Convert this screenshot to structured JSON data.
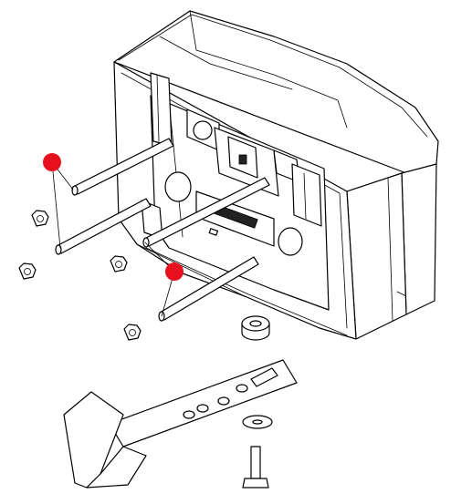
{
  "diagram": {
    "style": "exploded-assembly line drawing",
    "marker_color": "#e8101e",
    "line_color": "#000000",
    "background": "#ffffff",
    "parts": [
      {
        "name": "housing-block"
      },
      {
        "name": "threaded-rod",
        "count": 4
      },
      {
        "name": "hex-nut",
        "count": 4
      },
      {
        "name": "spacer-sleeve",
        "count": 1
      },
      {
        "name": "mounting-bracket",
        "count": 1
      },
      {
        "name": "flat-washer",
        "count": 1
      },
      {
        "name": "hex-bolt",
        "count": 1
      }
    ],
    "markers": [
      {
        "name": "marker-rods-upper",
        "points_to": "threaded-rod",
        "leaders": 2
      },
      {
        "name": "marker-rods-lower",
        "points_to": "threaded-rod",
        "leaders": 2
      }
    ]
  }
}
